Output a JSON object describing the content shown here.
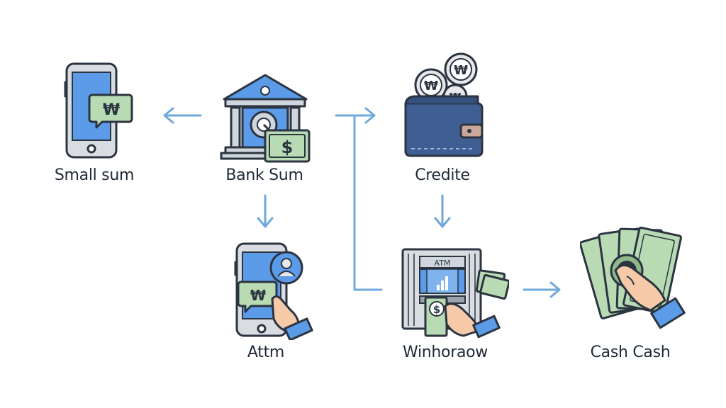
{
  "colors": {
    "outline": "#2b3440",
    "phone_screen": "#5b9be8",
    "phone_body": "#d9dde2",
    "cash_green": "#b9dbb4",
    "wallet_blue": "#3f5f94",
    "bank_gray": "#cfd6dd",
    "arrow": "#6fa8dc",
    "skin": "#f6c9a8",
    "sleeve": "#5b9be8"
  },
  "nodes": {
    "small_sum": {
      "label": "Small sum",
      "icon": "phone-won-icon",
      "currency": "₩"
    },
    "bank_sum": {
      "label": "Bank Sum",
      "icon": "bank-icon",
      "currency": "$"
    },
    "credite": {
      "label": "Credite",
      "icon": "wallet-coins-icon",
      "currency": "₩"
    },
    "attm": {
      "label": "Attm",
      "icon": "phone-hand-icon",
      "currency": "₩"
    },
    "winhoraow": {
      "label": "Winhoraow",
      "icon": "atm-icon",
      "sign": "ATM",
      "currency": "$"
    },
    "cash_cash": {
      "label": "Cash Cash",
      "icon": "cash-hand-icon"
    }
  }
}
